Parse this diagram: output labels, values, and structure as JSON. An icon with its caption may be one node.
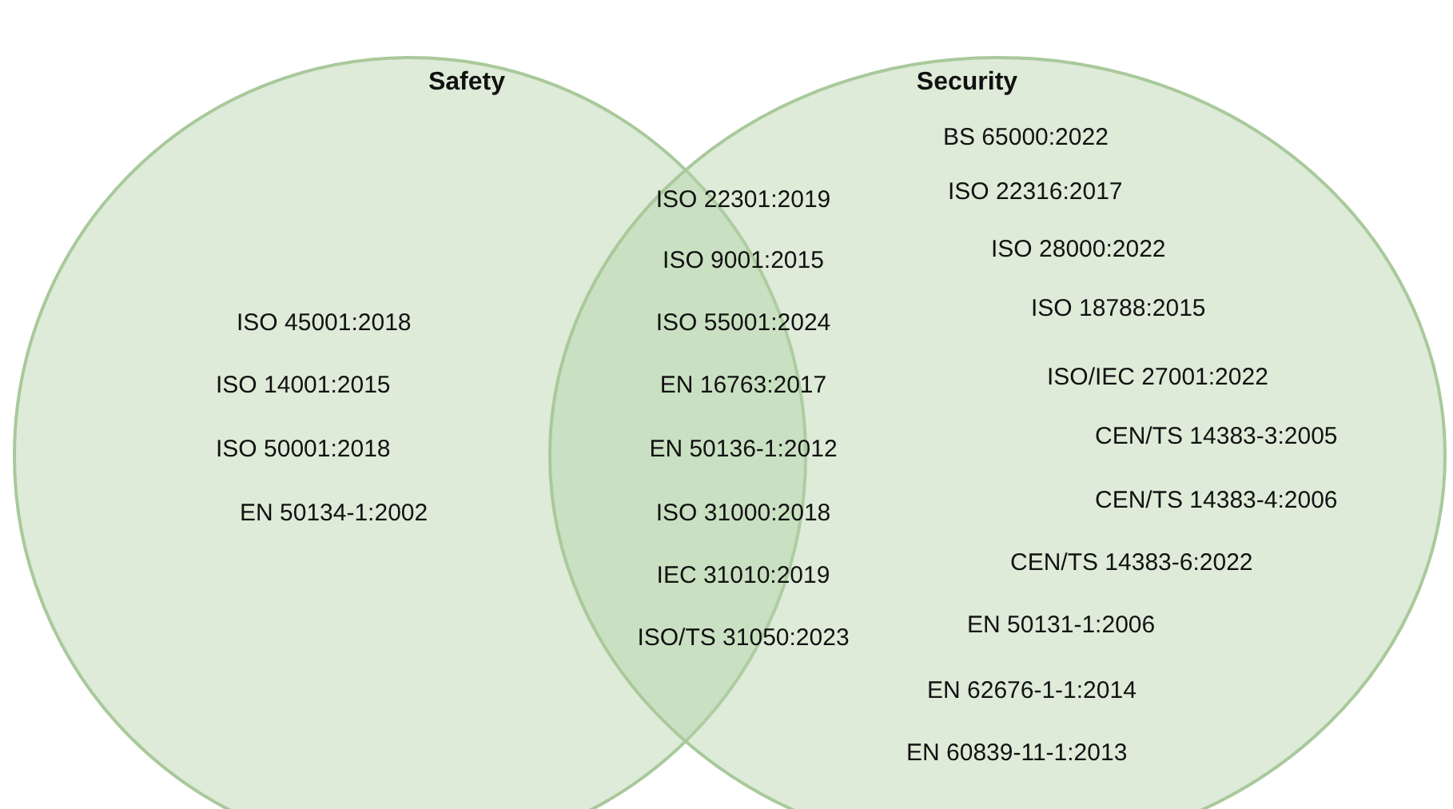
{
  "diagram": {
    "nodes": [
      {
        "text": [
          "Safety"
        ]
      },
      {
        "text": [
          "Security"
        ]
      }
    ],
    "labels": [
      "ISO 45001:2018",
      "ISO 14001:2015",
      "ISO 50001:2018",
      "EN 50134-1:2002",
      "ISO 22301:2019",
      "ISO 9001:2015",
      "ISO 55001:2024",
      "EN 16763:2017",
      "EN 50136-1:2012",
      "ISO 31000:2018",
      "IEC 31010:2019",
      "ISO/TS 31050:2023",
      "BS 65000:2022",
      "ISO 22316:2017",
      "ISO 28000:2022",
      "ISO 18788:2015",
      "ISO/IEC 27001:2022",
      "CEN/TS 14383-3:2005",
      "CEN/TS 14383-4:2006",
      "CEN/TS 14383-6:2022",
      "EN 50131-1:2006",
      "EN 62676-1-1:2014",
      "EN 60839-11-1:2013"
    ]
  }
}
